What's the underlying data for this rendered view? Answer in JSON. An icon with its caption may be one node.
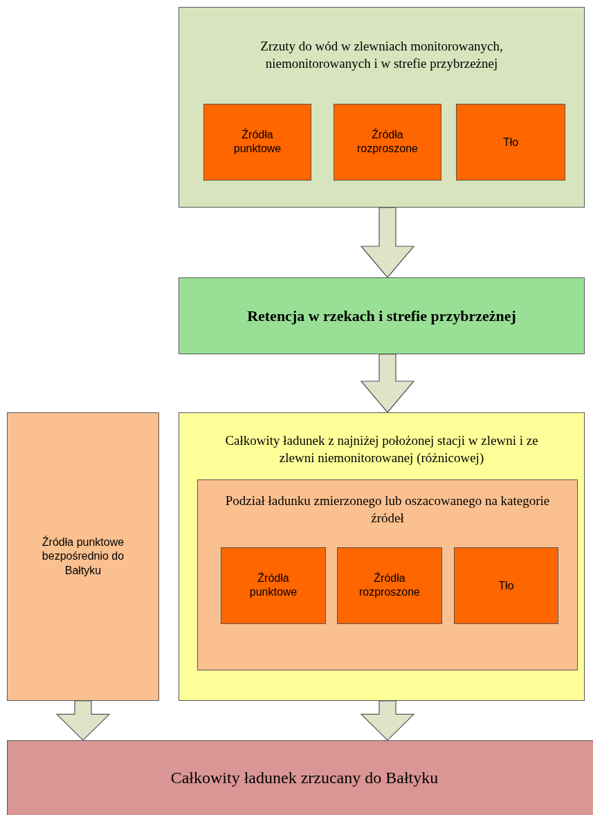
{
  "diagram": {
    "nodes": [
      {
        "text": [
          "Zrzuty do wód w zlewniach monitorowanych, niemonitorowanych i w strefie przybrzeżnej"
        ]
      },
      {
        "text": [
          "Źródła punktowe"
        ],
        "in": 0
      },
      {
        "text": [
          "Źródła rozproszone"
        ],
        "in": 0
      },
      {
        "text": [
          "Tło"
        ],
        "in": 0
      },
      {
        "text": [
          "Retencja w rzekach i strefie przybrzeżnej"
        ]
      },
      {
        "text": [
          "Źródła punktowe bezpośrednio do Bałtyku"
        ]
      },
      {
        "text": [
          "Całkowity ładunek z najniżej położonej stacji w zlewni i ze zlewni niemonitorowanej (różnicowej)"
        ]
      },
      {
        "text": [
          "Podział ładunku zmierzonego lub oszacowanego na kategorie źródeł"
        ],
        "in": 6
      },
      {
        "text": [
          "Źródła punktowe"
        ],
        "in": 7
      },
      {
        "text": [
          "Źródła rozproszone"
        ],
        "in": 7
      },
      {
        "text": [
          "Tło"
        ],
        "in": 7
      },
      {
        "text": [
          "Całkowity ładunek zrzucany do Bałtyku"
        ]
      }
    ],
    "edges": [
      {
        "from": 0,
        "to": 4,
        "arrow": "to"
      },
      {
        "from": 4,
        "to": 6,
        "arrow": "to"
      },
      {
        "from": 5,
        "to": 11,
        "arrow": "to"
      },
      {
        "from": 6,
        "to": 11,
        "arrow": "to"
      }
    ]
  }
}
